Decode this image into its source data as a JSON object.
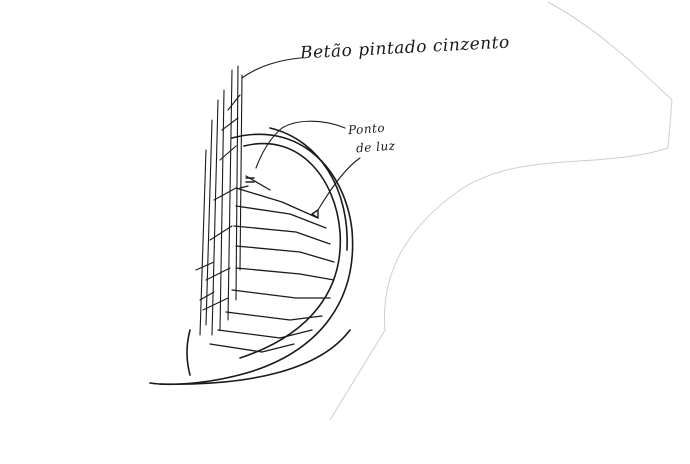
{
  "sketch": {
    "annotation_top": "Betão pintado cinzento",
    "annotation_right_line1": "Ponto",
    "annotation_right_line2": "de luz"
  },
  "colors": {
    "ink": "#1a1a1a",
    "paper": "#ffffff",
    "sheet_edge": "#cfcfcf"
  }
}
